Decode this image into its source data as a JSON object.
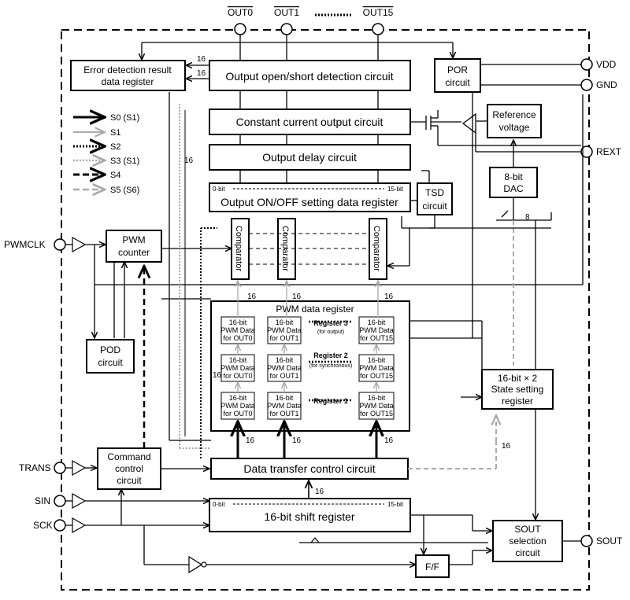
{
  "pins": {
    "out0": "OUT0",
    "out1": "OUT1",
    "out15": "OUT15",
    "vdd": "VDD",
    "gnd": "GND",
    "rext": "REXT",
    "pwmclk": "PWMCLK",
    "trans": "TRANS",
    "sin": "SIN",
    "sck": "SCK",
    "sout": "SOUT"
  },
  "blocks": {
    "error_detection_line1": "Error detection result",
    "error_detection_line2": "data register",
    "open_short": "Output open/short detection circuit",
    "por_line1": "POR",
    "por_line2": "circuit",
    "constant_current": "Constant current output circuit",
    "reference_line1": "Reference",
    "reference_line2": "voltage",
    "output_delay": "Output delay circuit",
    "dac_line1": "8-bit",
    "dac_line2": "DAC",
    "tsd_line1": "TSD",
    "tsd_line2": "circuit",
    "onoff_register": "Output ON/OFF setting data register",
    "onoff_bit0": "0-bit",
    "onoff_bit15": "15-bit",
    "pwm_counter_line1": "PWM",
    "pwm_counter_line2": "counter",
    "comparator": "Comparator",
    "pod_line1": "POD",
    "pod_line2": "circuit",
    "pwm_data_register": "PWM data register",
    "register3": "Register 3",
    "register3_sub": "(for output)",
    "register2": "Register 2",
    "register2_sub": "(for synchronous)",
    "register1": "Register 1",
    "cell_line1": "16-bit",
    "cell_line2": "PWM Data",
    "cell_out0": "for OUT0",
    "cell_out1": "for OUT1",
    "cell_out15": "for OUT15",
    "state_line1": "16-bit × 2",
    "state_line2": "State setting",
    "state_line3": "register",
    "command_line1": "Command",
    "command_line2": "control",
    "command_line3": "circuit",
    "data_transfer": "Data transfer control circuit",
    "shift_register": "16-bit shift register",
    "shift_bit0": "0-bit",
    "shift_bit15": "15-bit",
    "ff": "F/F",
    "sout_line1": "SOUT",
    "sout_line2": "selection",
    "sout_line3": "circuit"
  },
  "bus_labels": {
    "b16": "16",
    "b8": "8"
  },
  "legend": [
    {
      "label": "S0 (S1)",
      "style": "thick-solid",
      "color": "#000000"
    },
    {
      "label": "S1",
      "style": "solid",
      "color": "#aaaaaa"
    },
    {
      "label": "S2",
      "style": "thick-dotted",
      "color": "#000000"
    },
    {
      "label": "S3 (S1)",
      "style": "dotted",
      "color": "#aaaaaa"
    },
    {
      "label": "S4",
      "style": "thick-dashed",
      "color": "#000000"
    },
    {
      "label": "S5 (S6)",
      "style": "dashed",
      "color": "#aaaaaa"
    }
  ]
}
